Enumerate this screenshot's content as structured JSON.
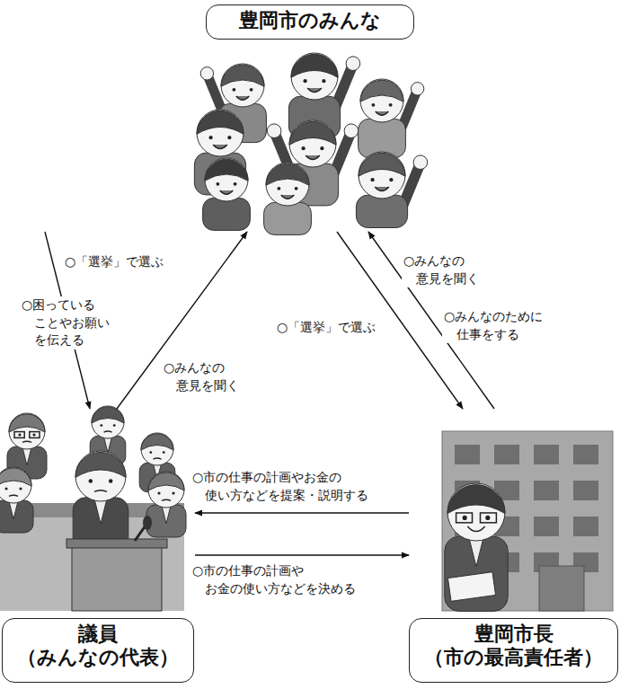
{
  "diagram": {
    "nodes": [
      {
        "text": [
          "豊岡市のみんな"
        ]
      },
      {
        "text": [
          "議員",
          "（みんなの代表）"
        ]
      },
      {
        "text": [
          "豊岡市長",
          "（市の最高責任者）"
        ]
      }
    ],
    "edges": [
      {
        "from": 0,
        "to": 1,
        "arrow": "to",
        "label": "○「選挙」で選ぶ"
      },
      {
        "from": 1,
        "to": 0,
        "arrow": "to",
        "label": "○みんなの 意見を聞く"
      },
      {
        "from": 0,
        "to": 2,
        "arrow": "to",
        "label": "○「選挙」で選ぶ"
      },
      {
        "from": 2,
        "to": 0,
        "arrow": "to",
        "label": "○みんなの 意見を聞く"
      },
      {
        "from": 2,
        "to": 1,
        "arrow": "to",
        "label": "○市の仕事の計画やお金の 使い方などを提案・説明する"
      },
      {
        "from": 1,
        "to": 2,
        "arrow": "to",
        "label": "○市の仕事の計画や お金の使い方などを決める"
      }
    ],
    "labels": [
      "○困っている ことやお願い を伝える",
      "○みんなのために 仕事をする"
    ]
  }
}
